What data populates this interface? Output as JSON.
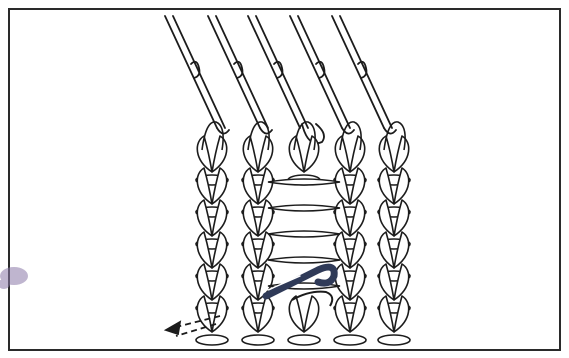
{
  "figure": {
    "colors": {
      "paper": "#ffffff",
      "border": "#2a2a2a",
      "ink": "#1c1c1c",
      "tool": "#2f3a58",
      "smudge": "#8b7aa8"
    },
    "icons": [
      "latch-hook-needle-icon",
      "knit-stitch-icon",
      "dropped-stitch-ladder-icon",
      "latch-hook-tool-icon",
      "direction-arrow-icon"
    ],
    "needle_count": 5,
    "stitch_columns": 5,
    "stitch_rows": 6,
    "ladder_bars": 5
  }
}
